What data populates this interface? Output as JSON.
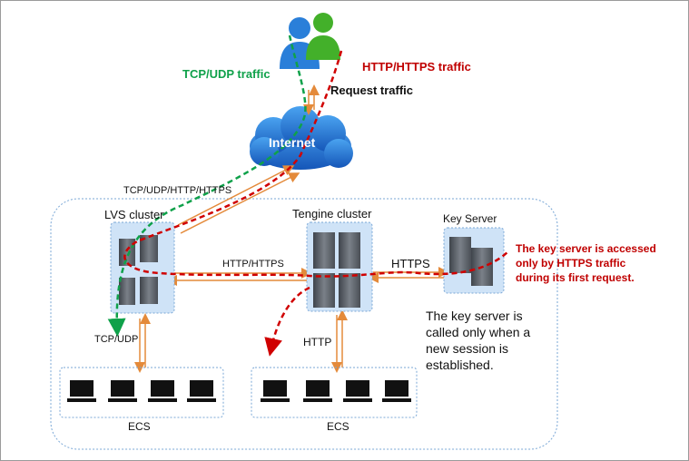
{
  "labels": {
    "tcp_udp_traffic": "TCP/UDP traffic",
    "http_https_traffic": "HTTP/HTTPS traffic",
    "request_traffic": "Request traffic",
    "internet": "Internet",
    "tcp_udp_http_https": "TCP/UDP/HTTP/HTTPS",
    "lvs_cluster": "LVS cluster",
    "tengine_cluster": "Tengine cluster",
    "key_server": "Key Server",
    "http_https": "HTTP/HTTPS",
    "https": "HTTPS",
    "http": "HTTP",
    "tcp_udp": "TCP/UDP",
    "ecs_left": "ECS",
    "ecs_right": "ECS"
  },
  "notes": {
    "key_server_access": [
      "The key server is accessed",
      "only by HTTPS traffic",
      "during its first request."
    ],
    "key_server_called": [
      "The key server is",
      "called only when a",
      "new session is",
      "established."
    ]
  },
  "colors": {
    "green_flow": "#0fa14a",
    "red_flow": "#d00000",
    "orange_link": "#e48a3a",
    "cloud": "#1f6fd1",
    "cluster_fill": "#cfe3f7",
    "server": "#5a5f66"
  }
}
